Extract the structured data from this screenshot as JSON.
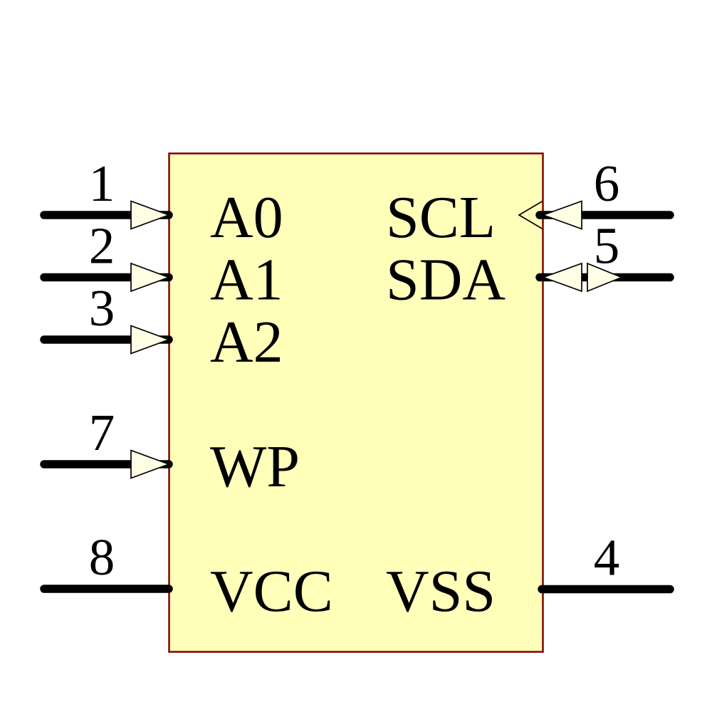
{
  "symbol": {
    "kind": "ic-schematic-symbol"
  },
  "colors": {
    "background": "#FFFFFF",
    "body_fill": "#FFFFB9",
    "body_border": "#800000",
    "arrow_fill": "#FFFFE6",
    "wire": "#000000",
    "text": "#000000"
  },
  "pins": [
    {
      "number": "1",
      "name": "A0",
      "side": "left",
      "direction": "input"
    },
    {
      "number": "2",
      "name": "A1",
      "side": "left",
      "direction": "input"
    },
    {
      "number": "3",
      "name": "A2",
      "side": "left",
      "direction": "input"
    },
    {
      "number": "7",
      "name": "WP",
      "side": "left",
      "direction": "input"
    },
    {
      "number": "8",
      "name": "VCC",
      "side": "left",
      "direction": "power"
    },
    {
      "number": "6",
      "name": "SCL",
      "side": "right",
      "direction": "input-clock"
    },
    {
      "number": "5",
      "name": "SDA",
      "side": "right",
      "direction": "bidirectional"
    },
    {
      "number": "4",
      "name": "VSS",
      "side": "right",
      "direction": "power"
    }
  ]
}
